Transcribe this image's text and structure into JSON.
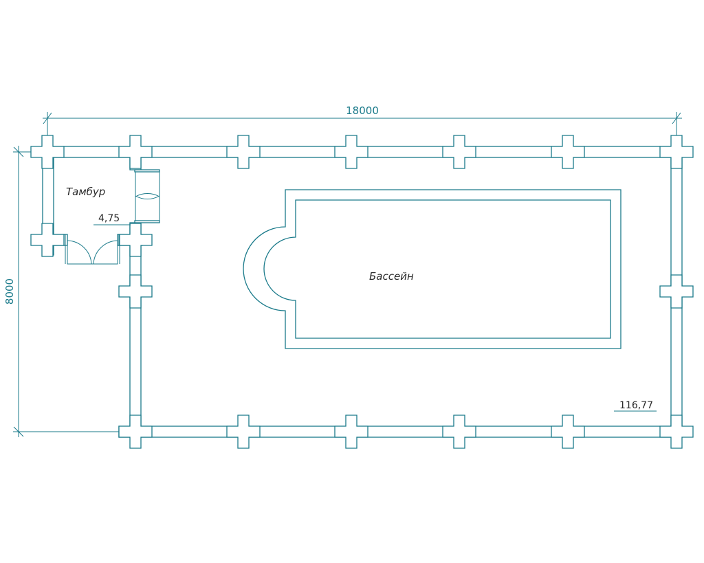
{
  "dimensions": {
    "length": "18000",
    "width": "8000"
  },
  "rooms": {
    "vestibule": {
      "name": "Тамбур",
      "area": "4,75"
    },
    "pool_hall": {
      "name": "Бассейн",
      "area": "116,77"
    }
  },
  "colors": {
    "line": "#1a7a8a",
    "text": "#2a2a2a",
    "background": "#ffffff"
  }
}
